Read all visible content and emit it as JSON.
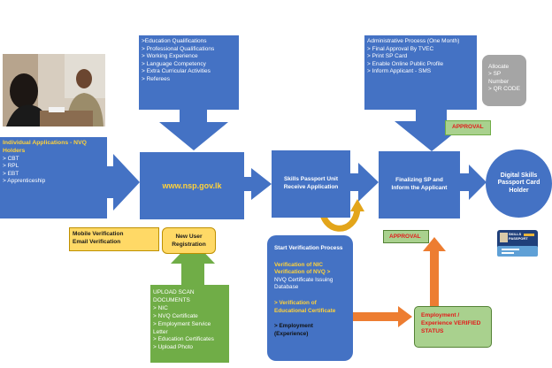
{
  "photo": {
    "icon": "meeting-photo"
  },
  "individual": {
    "title": "Individual Applications - NVQ Holders",
    "items": [
      "> CBT",
      "> RPL",
      "> EBT",
      "> Apprenticeship"
    ]
  },
  "qualifications": {
    "items": [
      ">Education Qualifications",
      "> Professional Qualifications",
      "> Working Experience",
      "> Language Competency",
      "> Extra Curricular Activities",
      "> Referees"
    ]
  },
  "website": {
    "label": "www.nsp.gov.lk"
  },
  "skills_unit": {
    "lines": [
      "Skills Passport Unit",
      "Receive Application"
    ]
  },
  "finalizing": {
    "lines": [
      "Finalizing SP and",
      "Inform the Applicant"
    ]
  },
  "digital_card": {
    "lines": [
      "Digital  Skills",
      "Passport Card",
      "Holder"
    ]
  },
  "admin": {
    "items": [
      "Administrative Process (One Month)",
      "> Final Approval By TVEC",
      "> Print SP Card",
      "> Enable Online Public Profile",
      "> Inform Applicant - SMS"
    ]
  },
  "allocate": {
    "lines": [
      "Allocate",
      "> SP",
      "Number",
      "> QR CODE"
    ]
  },
  "approval_top": {
    "label": "APPROVAL"
  },
  "approval_mid": {
    "label": "APPROVAL"
  },
  "mobile": {
    "lines": [
      "Mobile Verification",
      "Email Verification"
    ]
  },
  "new_user": {
    "lines": [
      "New User",
      "Registration"
    ]
  },
  "upload": {
    "items": [
      "UPLOAD SCAN",
      "DOCUMENTS",
      "> NIC",
      "> NVQ Certificate",
      "> Employment Service",
      "Letter",
      "> Education Certificates",
      "> Upload Photo"
    ]
  },
  "verification": {
    "title": "Start Verification Process",
    "nic": [
      "Verification of NIC",
      "Verification of NVQ >"
    ],
    "db": [
      "NVQ Certificate Issuing",
      "Database"
    ],
    "edu": [
      "> Verification of",
      "Educational Certificate"
    ],
    "emp": [
      "> Employment",
      "(Experience)"
    ]
  },
  "employment": {
    "lines": [
      "Employment /",
      "Experience VERIFIED",
      "STATUS"
    ]
  },
  "card": {
    "icon": "skills-passport-card-image",
    "brand": "SKILLS PASSPORT"
  },
  "colors": {
    "blue": "#4472c4",
    "yellow_text": "#ffd23a",
    "red_text": "#e31b1b",
    "green": "#a9d18e",
    "green_border": "#548235",
    "orange": "#ed7d31"
  }
}
